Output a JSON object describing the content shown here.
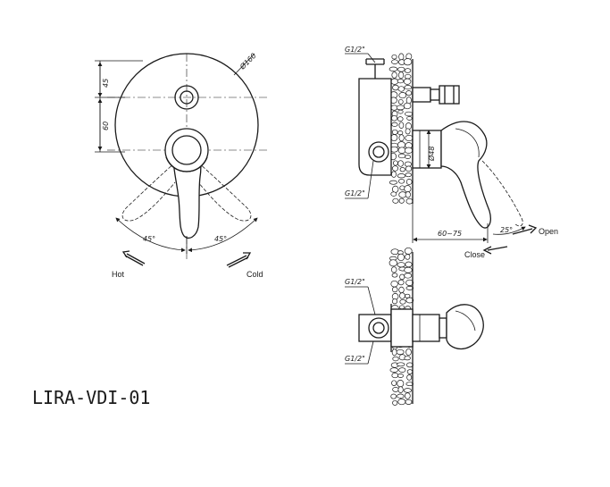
{
  "model_code": "LIRA-VDI-01",
  "front_view": {
    "diameter_label": "Ø160",
    "dim_top": "45",
    "dim_mid": "60",
    "angle_left": "45°",
    "angle_right": "45°",
    "hot_label": "Hot",
    "cold_label": "Cold"
  },
  "side_view": {
    "thread_top": "G1/2\"",
    "thread_bottom": "G1/2\"",
    "diameter_label": "Ø48",
    "depth_label": "60~75",
    "angle_label": "25°",
    "open_label": "Open",
    "close_label": "Close"
  },
  "top_view": {
    "thread_top": "G1/2\"",
    "thread_bottom": "G1/2\""
  }
}
